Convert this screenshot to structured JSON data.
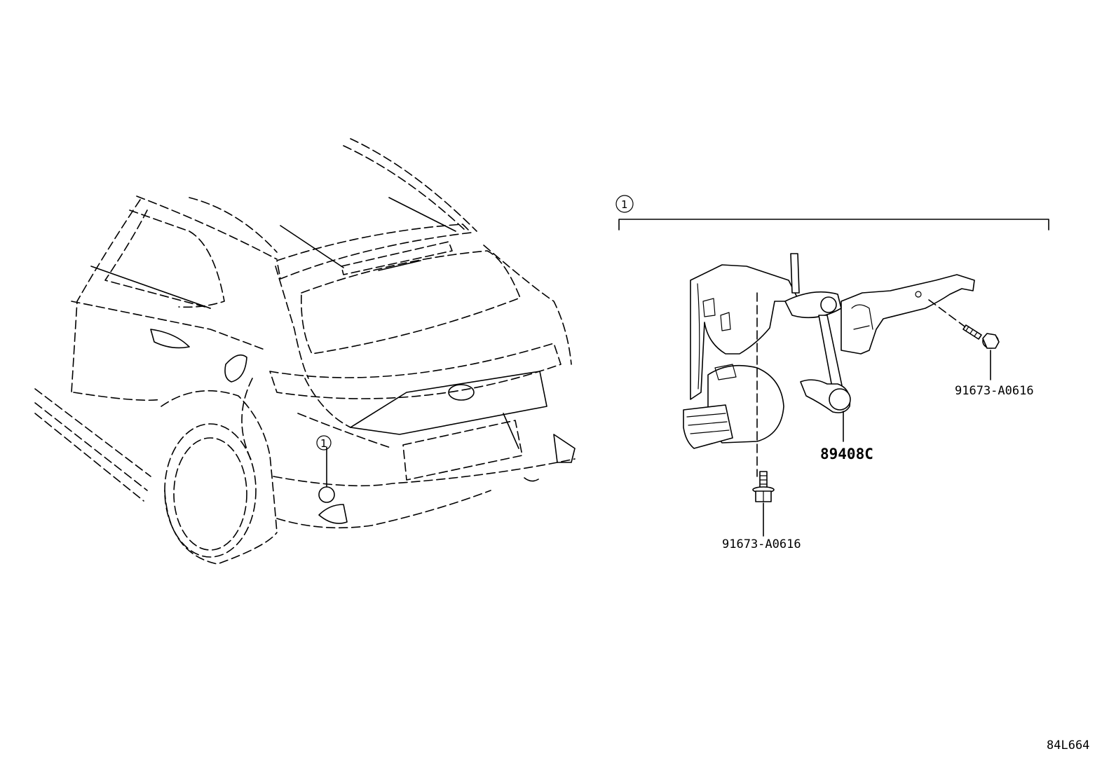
{
  "diagram": {
    "group_callout": "1",
    "vehicle_callout": "1",
    "parts": [
      {
        "id": "bolt-upper",
        "part_number": "91673-A0616"
      },
      {
        "id": "sensor-link",
        "part_number": "89408C"
      },
      {
        "id": "bolt-lower",
        "part_number": "91673-A0616"
      }
    ],
    "illustration_code": "84L664"
  }
}
